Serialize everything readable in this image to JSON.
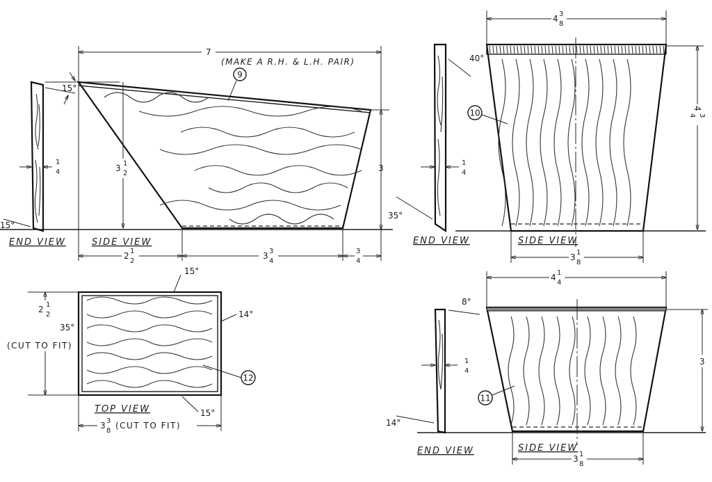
{
  "part9": {
    "balloon": "9",
    "note": "(MAKE A R.H. & L.H. PAIR)",
    "overall_length": {
      "whole": "7",
      "num": "",
      "den": ""
    },
    "height_left": {
      "whole": "3",
      "num": "1",
      "den": "2"
    },
    "height_right": {
      "whole": "3",
      "num": "",
      "den": ""
    },
    "bottom_left": {
      "whole": "2",
      "num": "1",
      "den": "2"
    },
    "bottom_mid": {
      "whole": "3",
      "num": "3",
      "den": "4"
    },
    "bottom_right": {
      "whole": "",
      "num": "3",
      "den": "4"
    },
    "thickness": {
      "whole": "",
      "num": "1",
      "den": "4"
    },
    "angle_top": "15°",
    "angle_bottom": "15°",
    "end_view_label": "END VIEW",
    "side_view_label": "SIDE VIEW"
  },
  "part10": {
    "balloon": "10",
    "top_width": {
      "whole": "4",
      "num": "3",
      "den": "8"
    },
    "height": {
      "whole": "4",
      "num": "3",
      "den": "4"
    },
    "bottom_width": {
      "whole": "3",
      "num": "1",
      "den": "8"
    },
    "thickness": {
      "whole": "",
      "num": "1",
      "den": "4"
    },
    "angle_top": "40°",
    "angle_bottom": "35°",
    "end_view_label": "END VIEW",
    "side_view_label": "SIDE VIEW"
  },
  "part11": {
    "balloon": "11",
    "top_width": {
      "whole": "4",
      "num": "1",
      "den": "4"
    },
    "height": {
      "whole": "3",
      "num": "",
      "den": ""
    },
    "bottom_width": {
      "whole": "3",
      "num": "1",
      "den": "8"
    },
    "thickness": {
      "whole": "",
      "num": "1",
      "den": "4"
    },
    "angle_top": "8°",
    "angle_bottom": "14°",
    "end_view_label": "END VIEW",
    "side_view_label": "SIDE VIEW"
  },
  "part12": {
    "balloon": "12",
    "width": {
      "whole": "2",
      "num": "1",
      "den": "2"
    },
    "width_note": "(CUT TO FIT)",
    "length": {
      "whole": "3",
      "num": "3",
      "den": "8"
    },
    "length_note": "(CUT TO FIT)",
    "angle_left": "35°",
    "angle_top": "15°",
    "angle_right": "14°",
    "angle_bottom": "15°",
    "top_view_label": "TOP VIEW"
  }
}
